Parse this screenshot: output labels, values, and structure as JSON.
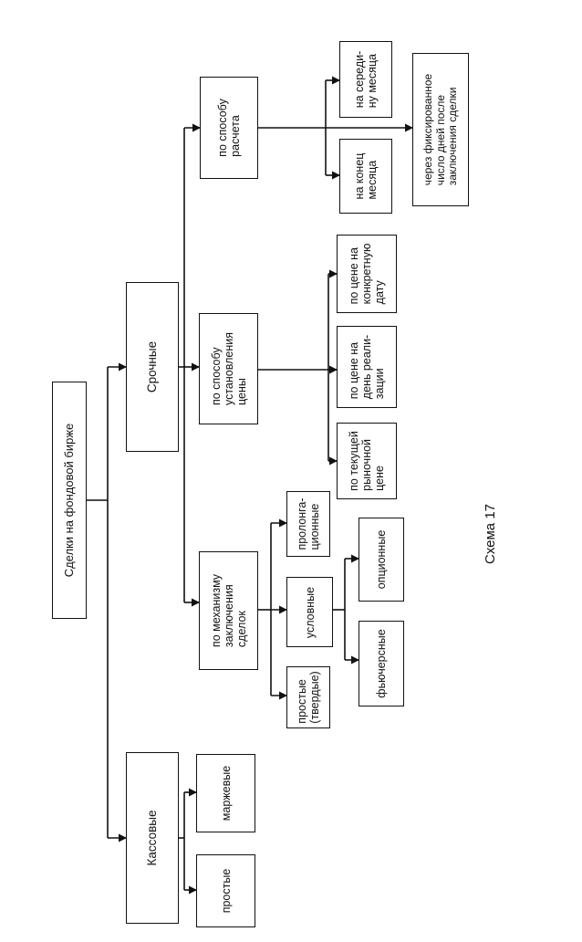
{
  "diagram": {
    "root": "Сделки на фондовой бирже",
    "level1": {
      "cash": "Кассовые",
      "term": "Срочные"
    },
    "cash_children": {
      "simple": "простые",
      "margin": "маржевые"
    },
    "term_groups": {
      "mechanism": "по механизму\nзаключения\nсделок",
      "price": "по способу\nустановления\nцены",
      "settlement": "по способу\nрасчета"
    },
    "mechanism_children": {
      "firm": "простые\n(твердые)",
      "conditional": "условные",
      "prolongation": "пролонга-\nционные"
    },
    "conditional_children": {
      "futures": "фьючерсные",
      "options": "опционные"
    },
    "price_children": {
      "current": "по текущей\nрыночной\nцене",
      "realization": "по цене на\nдень реали-\nзации",
      "date": "по цене на\nконкретную\nдату"
    },
    "settlement_children": {
      "month_end": "на конец\nмесяца",
      "mid_month": "на середи-\nну месяца",
      "fixed_days": "через фиксированное\nчисло дней после\nзаключения сделки"
    }
  },
  "caption": "Схема 17",
  "colors": {
    "line": "#111111",
    "background": "#ffffff"
  }
}
